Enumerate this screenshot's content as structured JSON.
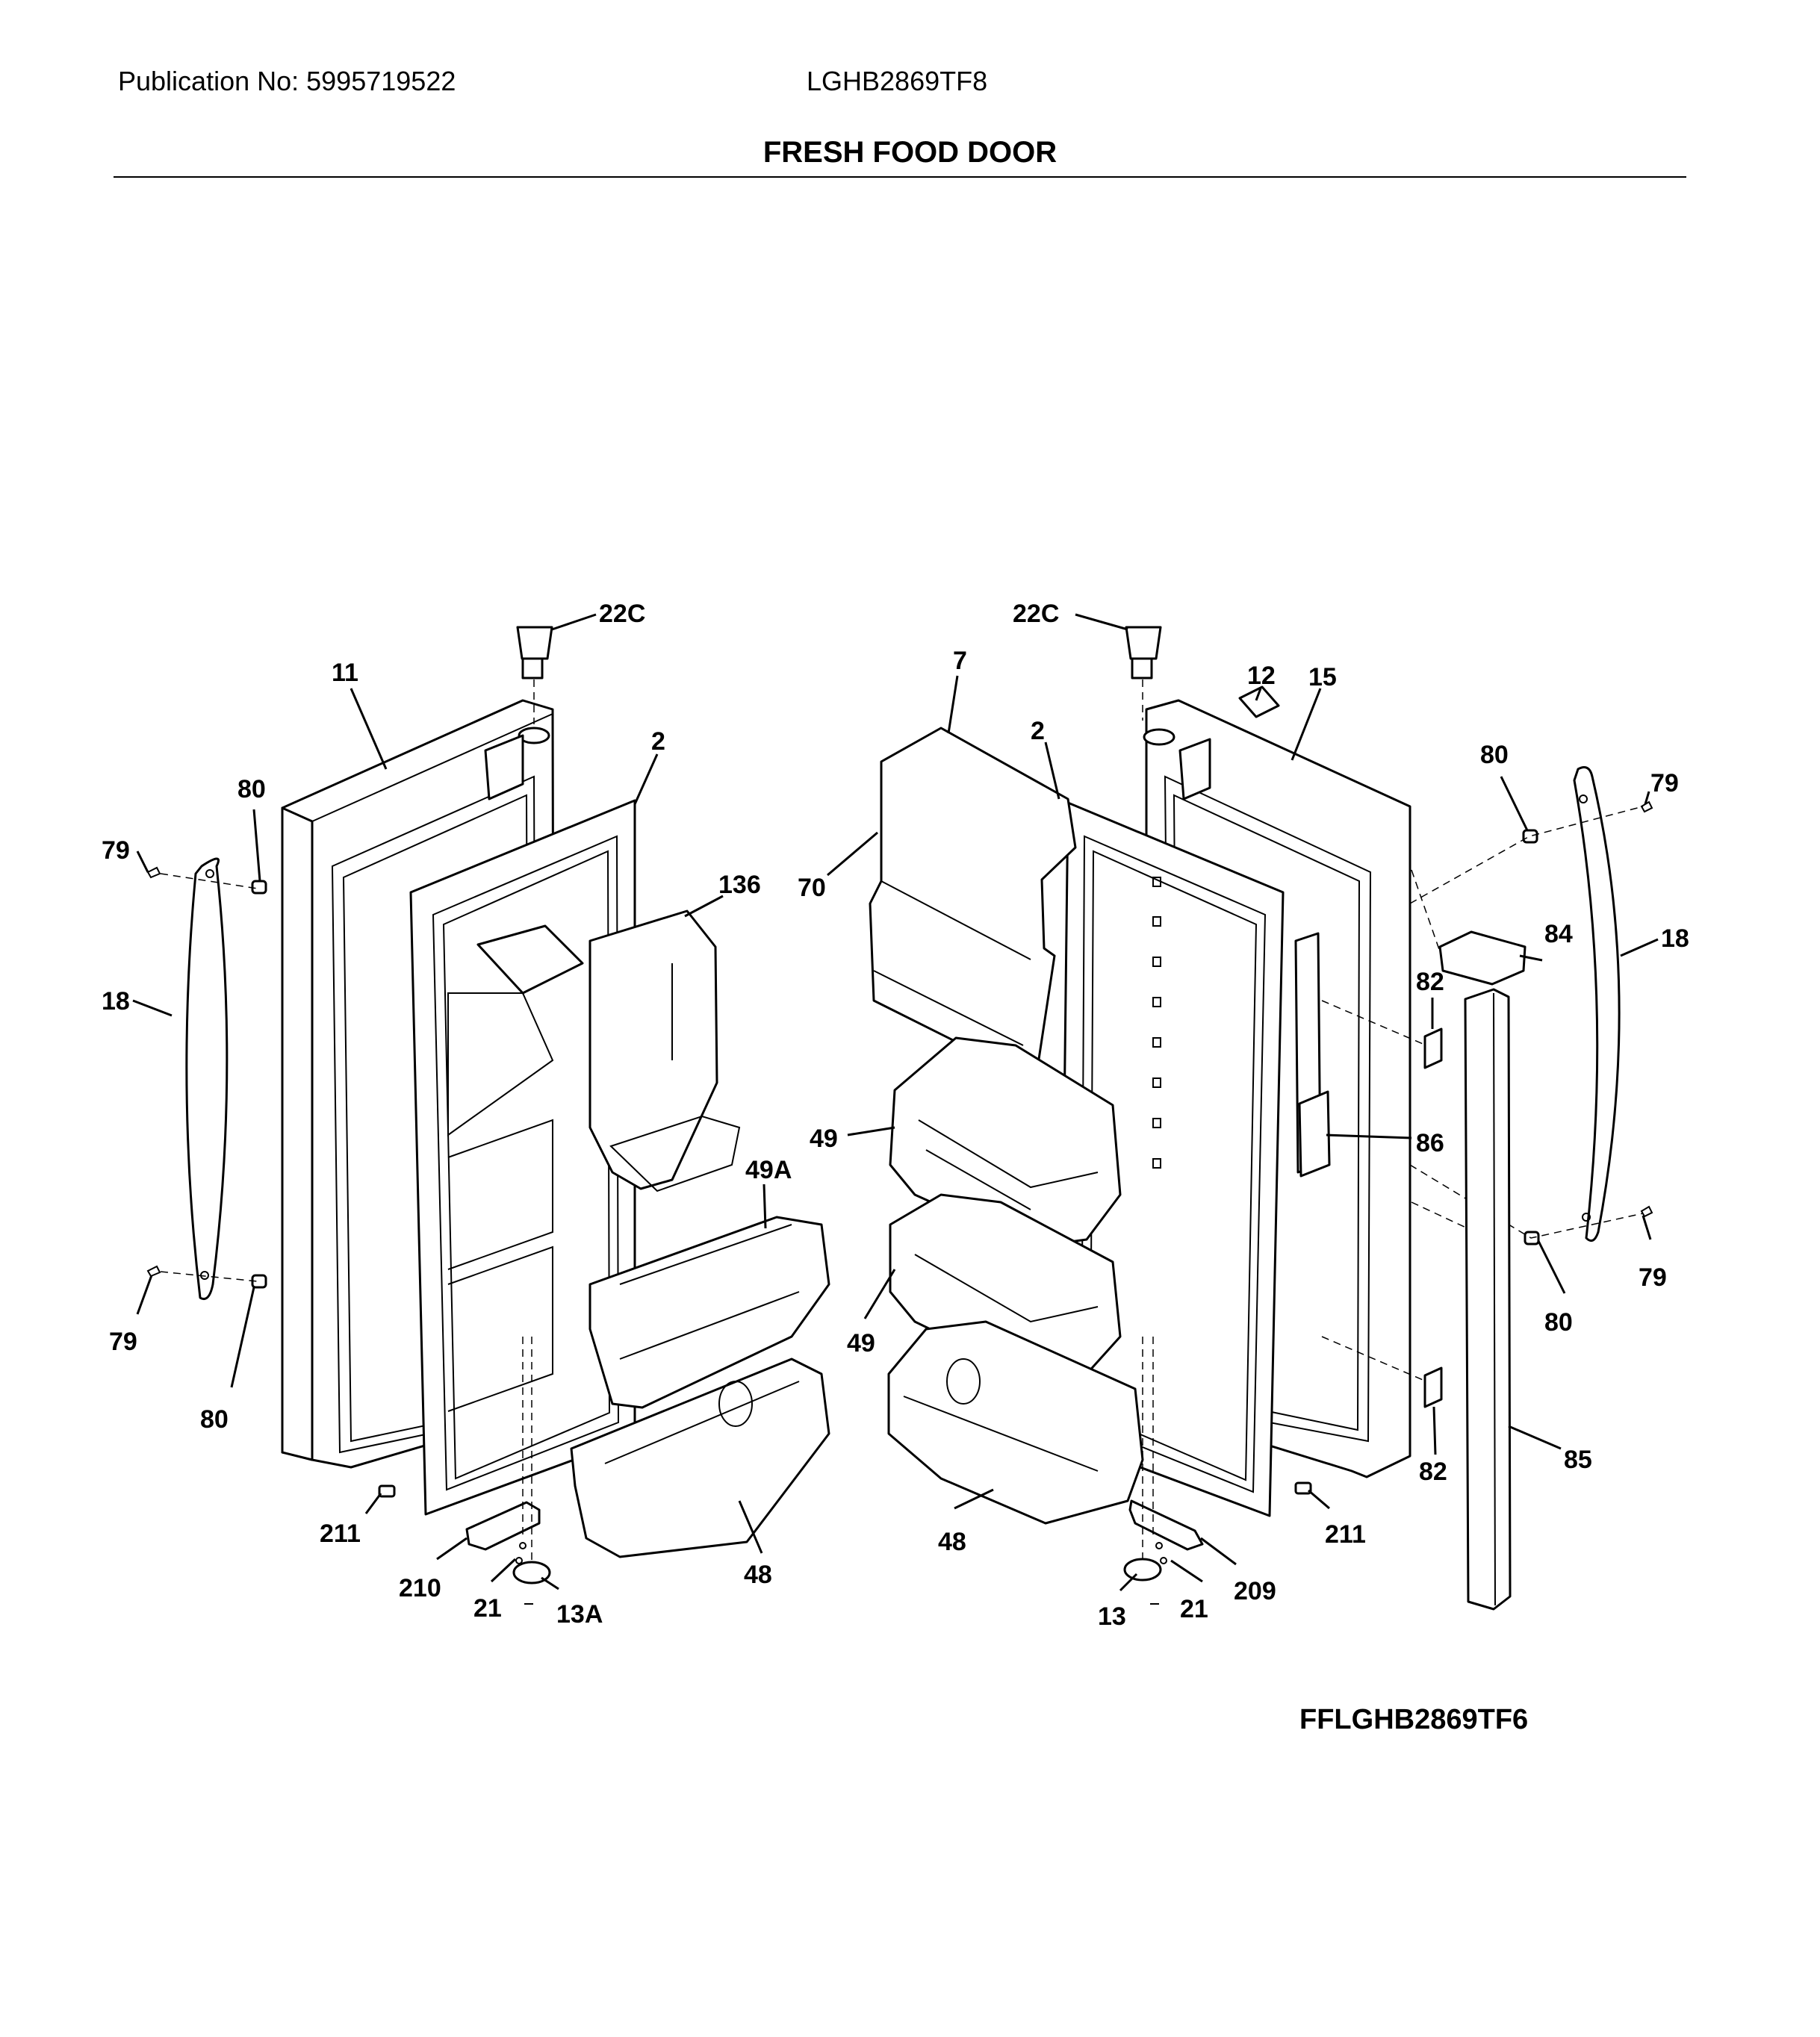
{
  "header": {
    "publication": "Publication No: 5995719522",
    "model": "LGHB2869TF8",
    "title": "FRESH FOOD DOOR"
  },
  "footer": {
    "figure_code": "FFLGHB2869TF6"
  },
  "callouts": {
    "l_22c": "22C",
    "l_11": "11",
    "l_2": "2",
    "l_80_top": "80",
    "l_79_top": "79",
    "l_18": "18",
    "l_136": "136",
    "l_49a": "49A",
    "l_79_bot": "79",
    "l_80_bot": "80",
    "l_48": "48",
    "l_211": "211",
    "l_210": "210",
    "l_21": "21",
    "l_13a": "13A",
    "r_22c": "22C",
    "r_7": "7",
    "r_2": "2",
    "r_12": "12",
    "r_15": "15",
    "r_70": "70",
    "r_49_top": "49",
    "r_49_bot": "49",
    "r_48": "48",
    "r_80_top": "80",
    "r_79_top": "79",
    "r_18": "18",
    "r_84": "84",
    "r_82_top": "82",
    "r_86": "86",
    "r_79_bot": "79",
    "r_80_bot": "80",
    "r_82_bot": "82",
    "r_85": "85",
    "r_211": "211",
    "r_209": "209",
    "r_13": "13",
    "r_21": "21"
  }
}
